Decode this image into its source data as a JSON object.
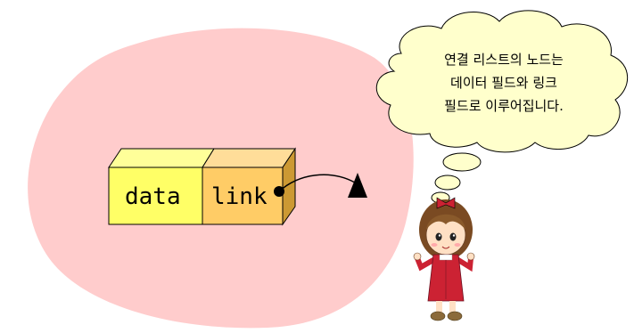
{
  "node": {
    "data_label": "data",
    "link_label": "link"
  },
  "speech_bubble": {
    "lines": [
      "연결 리스트의 노드는",
      "데이터 필드와 링크",
      "필드로 이루어집니다."
    ]
  },
  "colors": {
    "background_blob": "#ffcccc",
    "data_field": "#ffff66",
    "link_field": "#ffcc66",
    "bubble": "#ffffcc",
    "character_dress": "#cc2233"
  }
}
